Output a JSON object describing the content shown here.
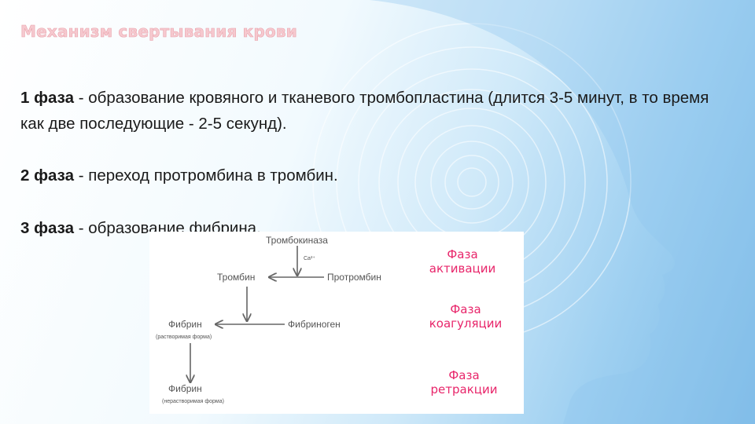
{
  "slide": {
    "title": "Механизм свертывания крови",
    "phase1_label": "1 фаза",
    "phase1_text": " - образование кровяного и тканевого тромбопластина (длится 3-5 минут, в то время как две последующие - 2-5 секунд).",
    "phase2_label": "2 фаза",
    "phase2_text": " - переход протромбина в тромбин.",
    "phase3_label": "3 фаза",
    "phase3_text": " - образование фибрина."
  },
  "diagram": {
    "thrombokinase": "Тромбокиназа",
    "calcium": "Ca²⁺",
    "thrombin": "Тромбин",
    "prothrombin": "Протромбин",
    "fibrinogen": "Фибриноген",
    "fibrin_soluble": "Фибрин",
    "fibrin_soluble_note": "(растворимая форма)",
    "fibrin_insoluble": "Фибрин",
    "fibrin_insoluble_note": "(нерастворимая форма)",
    "phase_activation": [
      "Фаза",
      "активации"
    ],
    "phase_coagulation": [
      "Фаза",
      "коагуляции"
    ],
    "phase_retraction": [
      "Фаза",
      "ретракции"
    ]
  },
  "colors": {
    "title": "#f6c9cf",
    "phase_labels": "#e8256a",
    "background_accent": "#7ab9e6"
  }
}
